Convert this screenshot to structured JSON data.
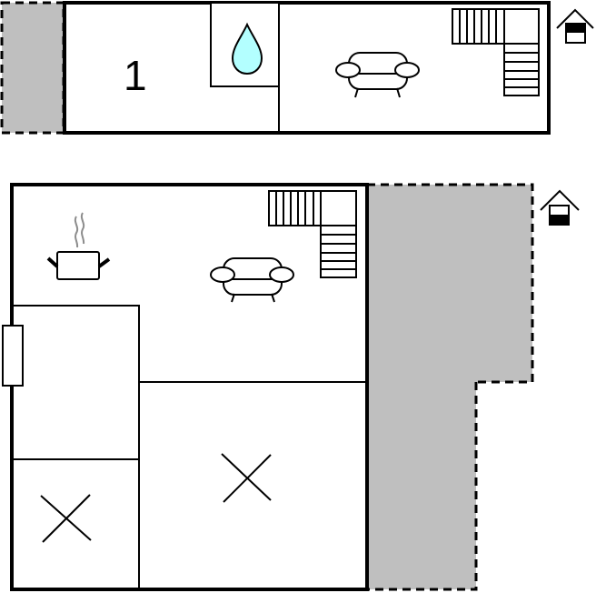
{
  "colors": {
    "wall": "#000000",
    "terrace": "#bfbfbf",
    "water": "#b3ffff",
    "steam": "#8c8c8c",
    "background": "#ffffff"
  },
  "upper_floor": {
    "label": "1",
    "rooms": [
      "bathroom",
      "living-room"
    ],
    "icons": [
      "water-drop-icon",
      "sofa-icon",
      "stairs-icon",
      "floor-upper-icon"
    ],
    "terrace": "left-terrace"
  },
  "ground_floor": {
    "rooms": [
      "kitchen-living-room",
      "hallway",
      "bedroom-small",
      "bedroom-large"
    ],
    "icons": [
      "cooking-pot-icon",
      "sofa-icon",
      "stairs-icon",
      "floor-ground-icon",
      "bed-x-icon",
      "bed-x-icon",
      "door-icon"
    ],
    "terraces": [
      "right-terrace-upper",
      "right-terrace-lower"
    ]
  }
}
